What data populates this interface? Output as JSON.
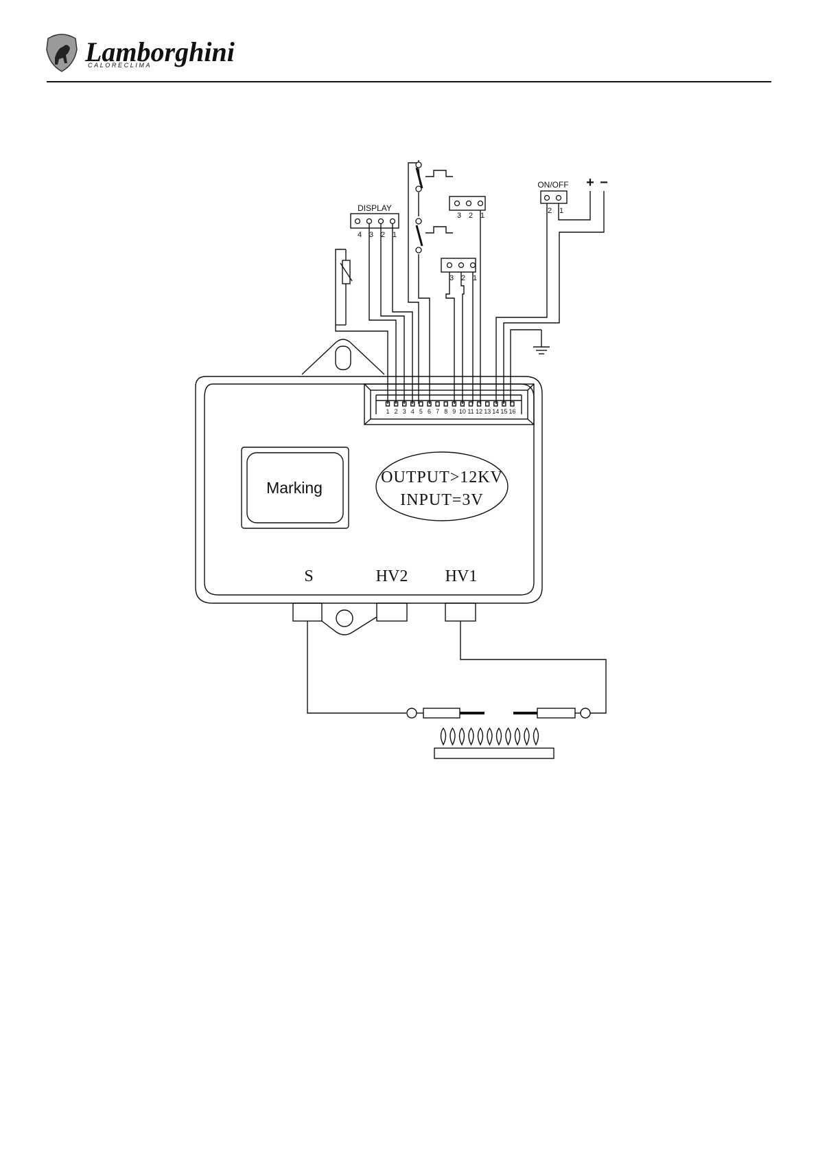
{
  "header": {
    "brand_name": "Lamborghini",
    "brand_sub": "CALORECLIMA"
  },
  "diagram": {
    "display_label": "DISPLAY",
    "display_pins": [
      "4",
      "3",
      "2",
      "1"
    ],
    "connector_a_pins": [
      "3",
      "2",
      "1"
    ],
    "connector_b_pins": [
      "3",
      "2",
      "1"
    ],
    "onoff_label": "ON/OFF",
    "onoff_pins": [
      "2",
      "1"
    ],
    "power_plus": "+",
    "power_minus": "−",
    "terminal_numbers": [
      "1",
      "2",
      "3",
      "4",
      "5",
      "6",
      "7",
      "8",
      "9",
      "10",
      "11",
      "12",
      "13",
      "14",
      "15",
      "16"
    ],
    "marking_label": "Marking",
    "output_text": "OUTPUT>12KV",
    "input_text": "INPUT=3V",
    "port_s": "S",
    "port_hv2": "HV2",
    "port_hv1": "HV1"
  },
  "colors": {
    "line": "#111111",
    "background": "#ffffff"
  }
}
